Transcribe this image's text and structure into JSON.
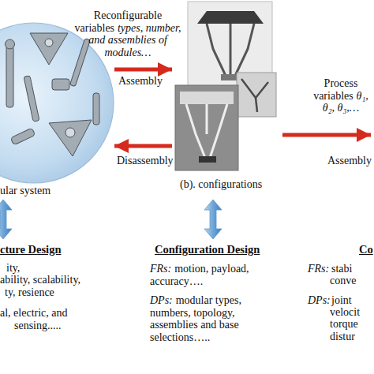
{
  "diagram": {
    "nodes": [
      {
        "text": [
          "ular system"
        ]
      },
      {
        "text": [
          "(b). configurations"
        ]
      }
    ],
    "edges": [
      {
        "from": 0,
        "to": 1,
        "arrow": "to",
        "label": "Assembly"
      },
      {
        "from": 1,
        "to": 0,
        "arrow": "to",
        "label": "Disassembly"
      }
    ],
    "labels": [
      "Reconfigurable variables",
      "types, number, and assemblies of modules…",
      "Process variables",
      "θ₁, θ₂, θ₃,…",
      "Assembly",
      "cture Design",
      "ity,",
      "ability, scalability,",
      "ty, resience",
      "al, electric, and",
      "sensing.....",
      "Configuration Design",
      "FRs:",
      "motion, payload, accuracy….",
      "DPs:",
      "modular types, numbers, topology, assemblies and base selections…..",
      "Co",
      "FRs:",
      "stabi",
      "conve",
      "DPs:",
      "joint",
      "velocit",
      "torque",
      "distur"
    ]
  }
}
